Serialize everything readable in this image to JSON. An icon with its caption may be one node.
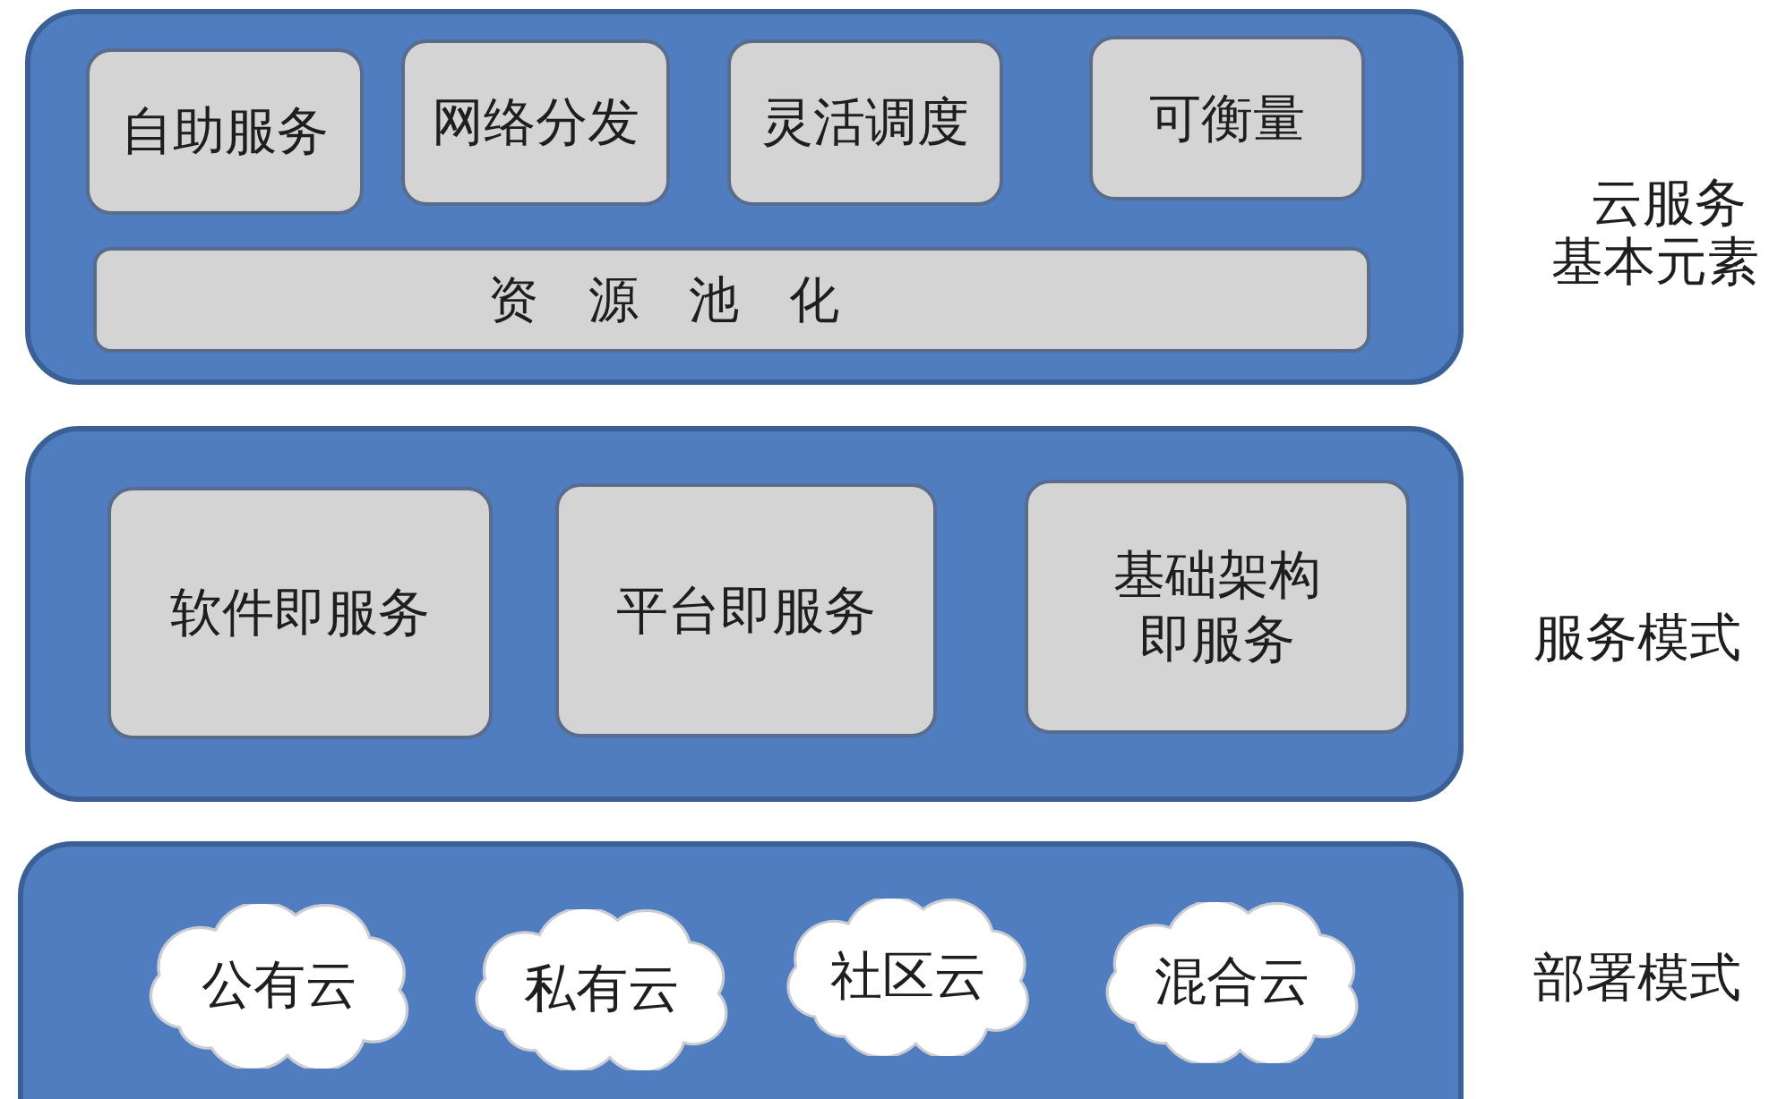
{
  "diagram": {
    "nodes": [
      {
        "text": [],
        "shape": "box",
        "beside": [
          "云服务基本元素"
        ]
      },
      {
        "text": [
          "自助服务"
        ],
        "in": 0
      },
      {
        "text": [
          "网络分发"
        ],
        "in": 0
      },
      {
        "text": [
          "灵活调度"
        ],
        "in": 0
      },
      {
        "text": [
          "可衡量"
        ],
        "in": 0
      },
      {
        "text": [
          "资源池化"
        ],
        "in": 0
      },
      {
        "text": [],
        "shape": "box",
        "beside": [
          "服务模式"
        ]
      },
      {
        "text": [
          "软件即服务"
        ],
        "in": 6
      },
      {
        "text": [
          "平台即服务"
        ],
        "in": 6
      },
      {
        "text": [
          "基础架构即服务"
        ],
        "in": 6
      },
      {
        "text": [],
        "shape": "box",
        "beside": [
          "部署模式"
        ]
      },
      {
        "text": [
          "公有云"
        ],
        "in": 10
      },
      {
        "text": [
          "私有云"
        ],
        "in": 10
      },
      {
        "text": [
          "社区云"
        ],
        "in": 10
      },
      {
        "text": [
          "混合云"
        ],
        "in": 10
      }
    ]
  }
}
